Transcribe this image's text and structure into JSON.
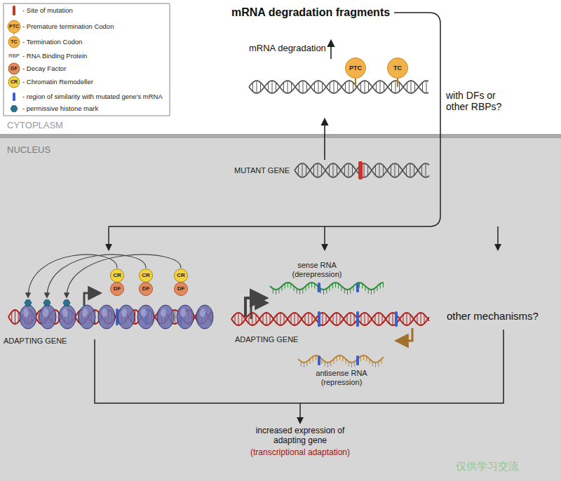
{
  "diagram": {
    "title": "mRNA degradation fragments",
    "nodes": [
      {
        "text": [
          "PTC"
        ]
      },
      {
        "text": [
          "TC"
        ]
      },
      {
        "text": [
          "NUCLEUS"
        ]
      },
      {
        "text": [
          "CR"
        ],
        "in": 2
      },
      {
        "text": [
          "DF"
        ],
        "in": 2
      },
      {
        "text": [
          "CR"
        ],
        "in": 2
      },
      {
        "text": [
          "DF"
        ],
        "in": 2
      },
      {
        "text": [
          "CR"
        ],
        "in": 2
      },
      {
        "text": [
          "DF"
        ],
        "in": 2
      }
    ],
    "labels": [
      "PTC",
      "TC",
      "RBP",
      "DF",
      "CR",
      "mRNA degradation",
      "with DFs or other RBPs?",
      "CYTOPLASM",
      "MUTANT GENE",
      "ADAPTING GENE",
      "sense RNA (derepression)",
      "ADAPTING GENE",
      "antisense RNA (repression)",
      "other mechanisms?",
      "increased expression of adapting gene",
      "(transcriptional adaptation)",
      "仅供学习交流"
    ],
    "legend": [
      {
        "text": "- Site of mutation"
      },
      {
        "text": "- Premature termination Codon"
      },
      {
        "text": "- Termination Codon"
      },
      {
        "text": "- RNA Binding Protein"
      },
      {
        "text": "- Decay Factor"
      },
      {
        "text": "- Chromatin Remodeller"
      },
      {
        "text": "- region of similarity with mutated gene's mRNA"
      },
      {
        "text": "- permissive histone mark"
      }
    ]
  }
}
